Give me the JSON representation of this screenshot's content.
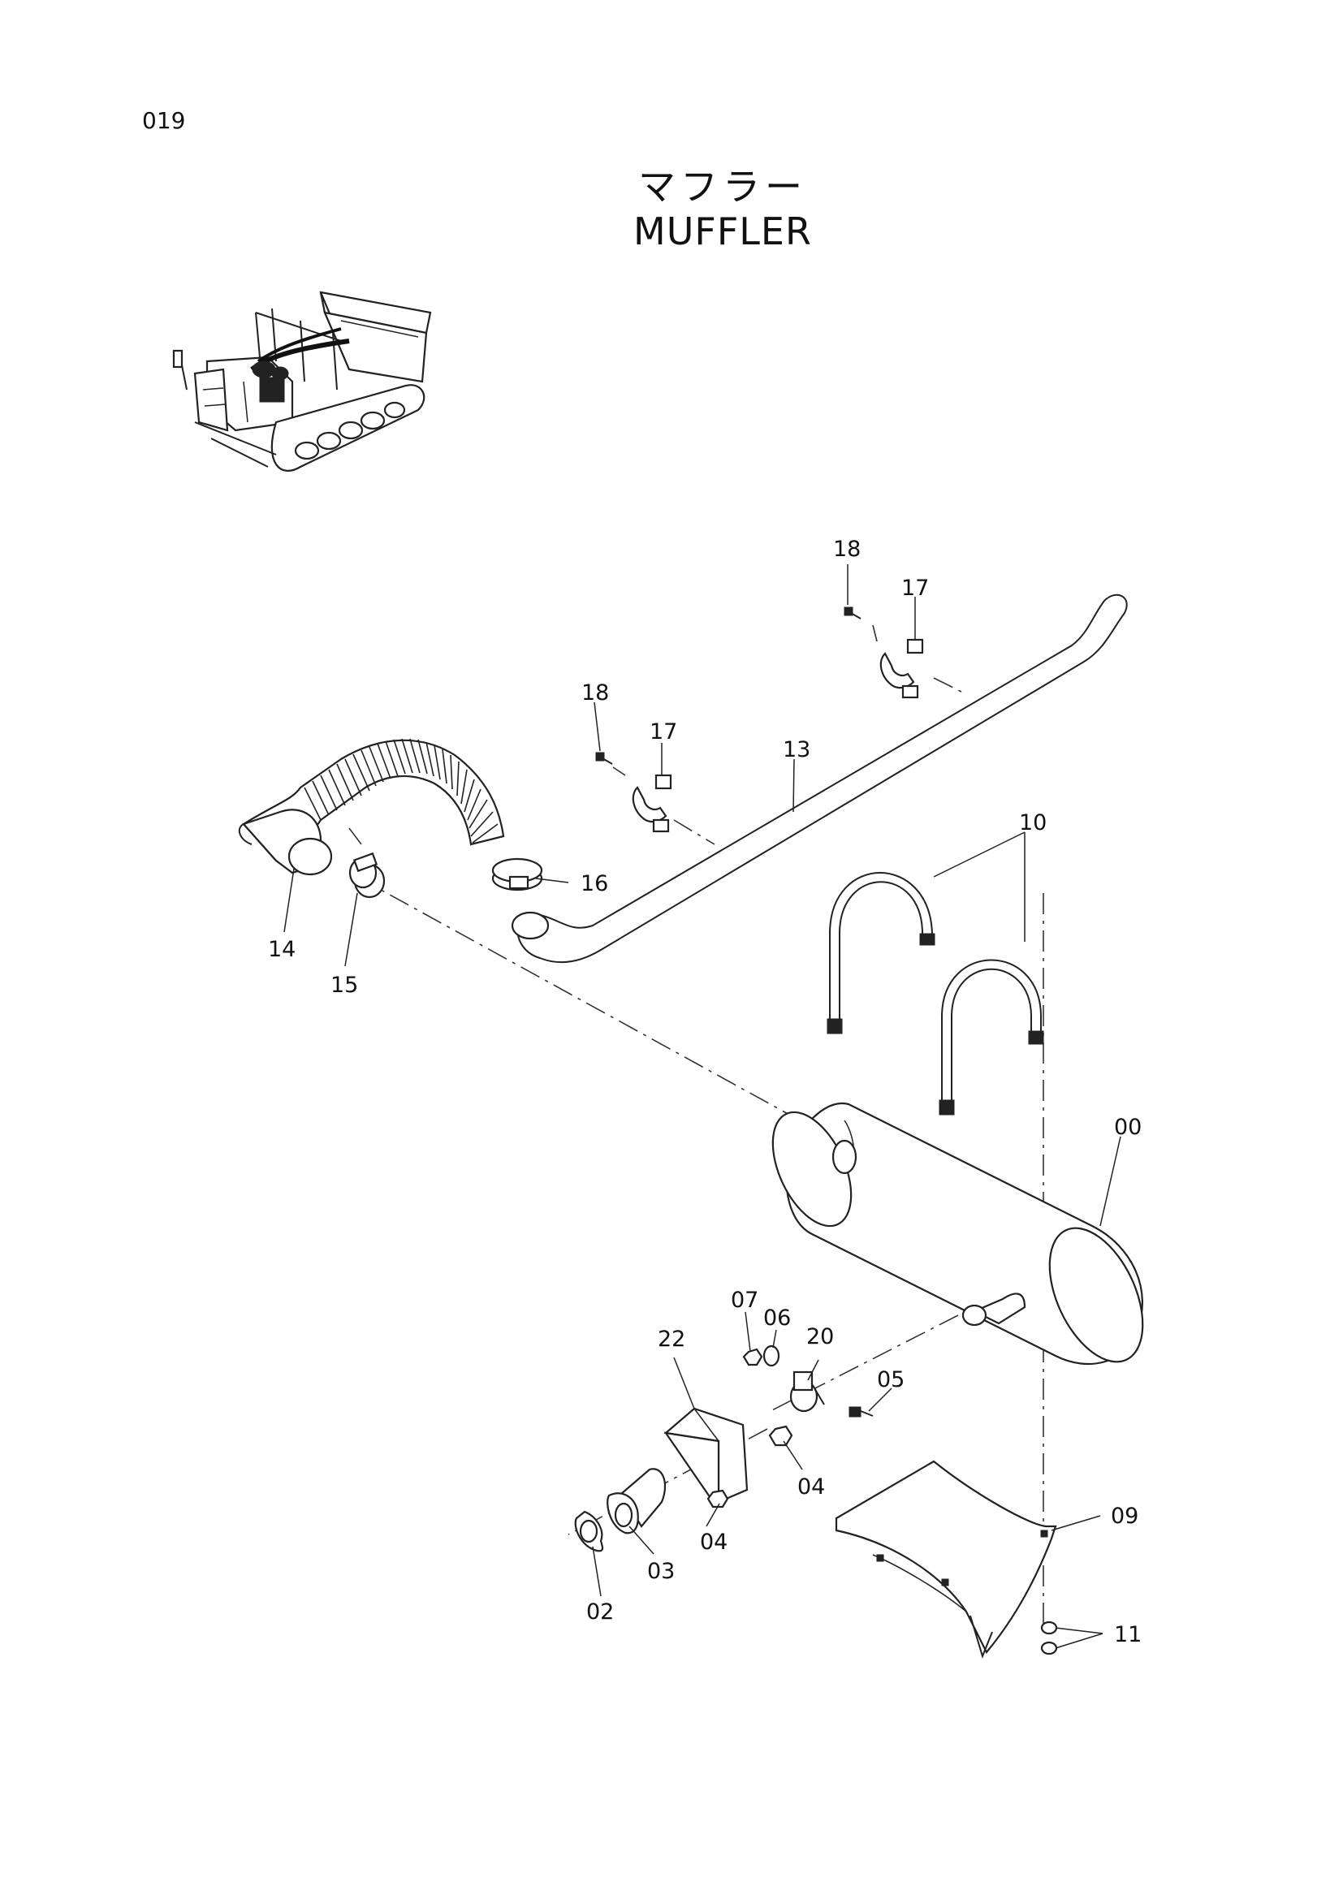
{
  "page_number": "019",
  "title": {
    "japanese": "マフラー",
    "english": "MUFFLER"
  },
  "part_labels": {
    "muffler": "00",
    "gasket": "02",
    "pipe_flange": "03",
    "nut_a": "04",
    "nut_b": "04",
    "bolt": "05",
    "washer": "06",
    "nut_small": "07",
    "bracket": "09",
    "u_bolts": "10",
    "nuts": "11",
    "tail_pipe": "13",
    "flex_hose": "14",
    "hose_clamp": "15",
    "clamp": "16",
    "pipe_clamp_a": "17",
    "pipe_clamp_b": "17",
    "screw_a": "18",
    "screw_b": "18",
    "band_clamp": "20",
    "cover": "22"
  }
}
